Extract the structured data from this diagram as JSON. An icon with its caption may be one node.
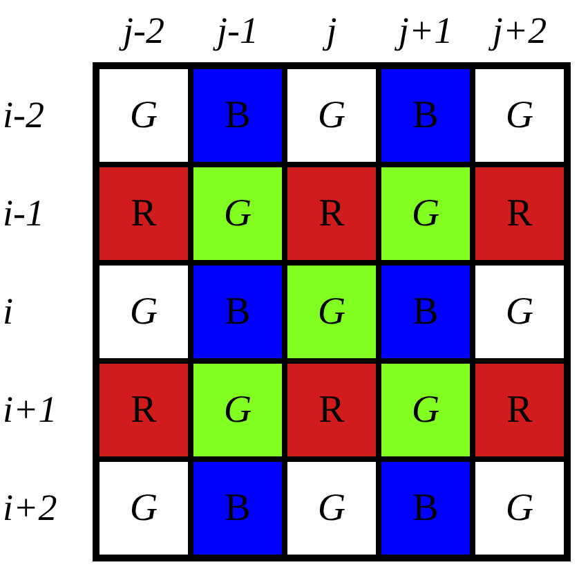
{
  "diagram": {
    "labels": [
      "j-2",
      "j-1",
      "j",
      "j+1",
      "j+2",
      "i-2",
      "G",
      "B",
      "G",
      "B",
      "G",
      "i-1",
      "R",
      "G",
      "R",
      "G",
      "R",
      "i",
      "G",
      "B",
      "G",
      "B",
      "G",
      "i+1",
      "R",
      "G",
      "R",
      "G",
      "R",
      "i+2",
      "G",
      "B",
      "G",
      "B",
      "G"
    ]
  }
}
